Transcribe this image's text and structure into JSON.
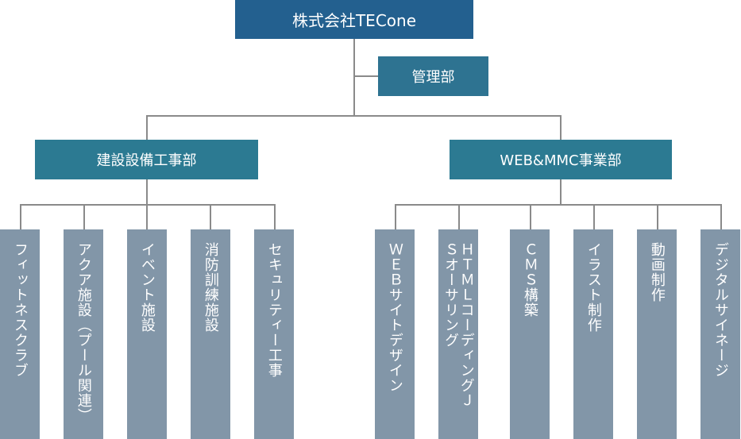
{
  "org": {
    "root": "株式会社TECone",
    "management": "管理部",
    "divisions": [
      {
        "name": "建設設備工事部",
        "units": [
          "フィットネスクラブ",
          "アクア施設（プール関連）",
          "イベント施設",
          "消防訓練施設",
          "セキュリティー工事"
        ]
      },
      {
        "name": "WEB&MMC事業部",
        "units": [
          "ＷＥＢサイトデザイン",
          "ＨＴＭＬコーディングＪＳオーサリング",
          "ＣＭＳ構築",
          "イラスト制作",
          "動画制作",
          "デジタルサイネージ"
        ]
      }
    ]
  }
}
